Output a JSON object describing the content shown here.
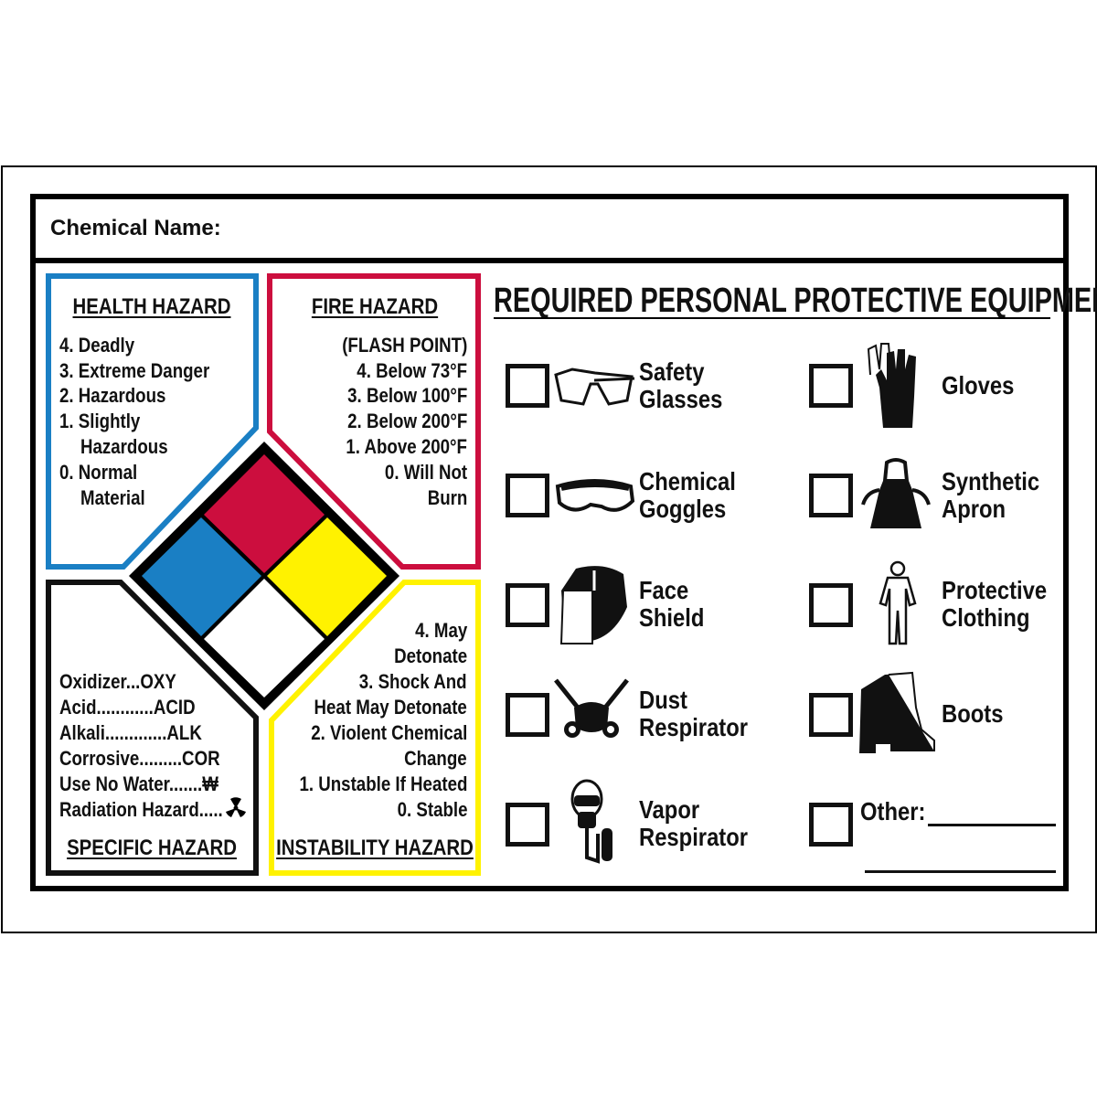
{
  "header": {
    "chemical_name_label": "Chemical Name:"
  },
  "colors": {
    "health": "#1a7fc4",
    "fire": "#cc0e3e",
    "instability": "#fff200",
    "specific": "#111111",
    "special": "#ffffff"
  },
  "health": {
    "title": "HEALTH HAZARD",
    "items": [
      "4. Deadly",
      "3. Extreme Danger",
      "2. Hazardous",
      "1. Slightly",
      "Hazardous",
      "0. Normal",
      "Material"
    ]
  },
  "fire": {
    "title": "FIRE HAZARD",
    "items": [
      "(FLASH POINT)",
      "4. Below 73°F",
      "3. Below 100°F",
      "2. Below 200°F",
      "1. Above 200°F",
      "0. Will Not",
      "Burn"
    ]
  },
  "instability": {
    "title": "INSTABILITY HAZARD",
    "items": [
      "4. May",
      "Detonate",
      "3. Shock And",
      "Heat May Detonate",
      "2. Violent Chemical",
      "Change",
      "1. Unstable If Heated",
      "0. Stable"
    ]
  },
  "specific": {
    "title": "SPECIFIC HAZARD",
    "items": [
      "Oxidizer...OXY",
      "Acid............ACID",
      "Alkali.............ALK",
      "Corrosive.........COR",
      "Use No Water.......₩",
      "Radiation Hazard....."
    ]
  },
  "ppe": {
    "title": "REQUIRED PERSONAL PROTECTIVE EQUIPMENT",
    "left": [
      {
        "lines": [
          "Safety",
          "Glasses"
        ],
        "icon": "safety-glasses-icon"
      },
      {
        "lines": [
          "Chemical",
          "Goggles"
        ],
        "icon": "goggles-icon"
      },
      {
        "lines": [
          "Face",
          "Shield"
        ],
        "icon": "face-shield-icon"
      },
      {
        "lines": [
          "Dust",
          "Respirator"
        ],
        "icon": "dust-respirator-icon"
      },
      {
        "lines": [
          "Vapor",
          "Respirator"
        ],
        "icon": "vapor-respirator-icon"
      }
    ],
    "right": [
      {
        "lines": [
          "Gloves"
        ],
        "icon": "gloves-icon"
      },
      {
        "lines": [
          "Synthetic",
          "Apron"
        ],
        "icon": "apron-icon"
      },
      {
        "lines": [
          "Protective",
          "Clothing"
        ],
        "icon": "protective-clothing-icon"
      },
      {
        "lines": [
          "Boots"
        ],
        "icon": "boots-icon"
      }
    ],
    "other_label": "Other:"
  }
}
